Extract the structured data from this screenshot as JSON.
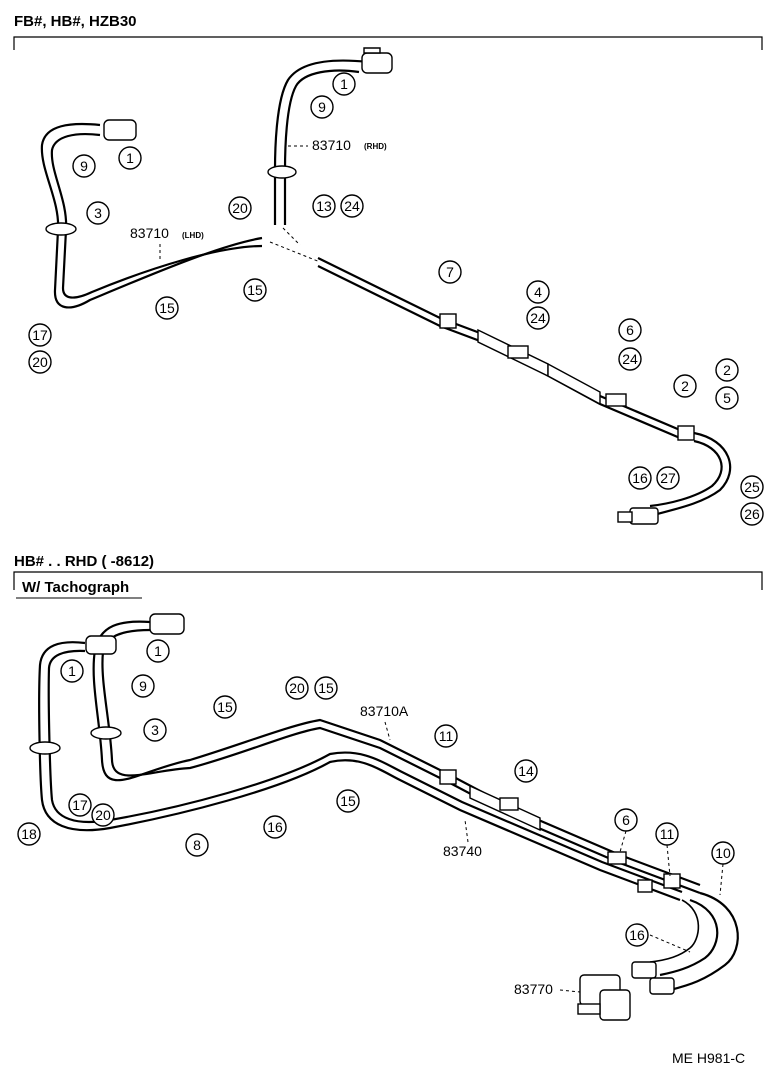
{
  "section1": {
    "header": "FB#, HB#, HZB30",
    "labels": {
      "p83710_rhd_num": "83710",
      "p83710_rhd_sub": "(RHD)",
      "p83710_lhd_num": "83710",
      "p83710_lhd_sub": "(LHD)"
    }
  },
  "section2": {
    "header": "HB# . . RHD (          -8612)",
    "subheader": "W/ Tachograph",
    "labels": {
      "p83710a": "83710A",
      "p83740": "83740",
      "p83770": "83770"
    }
  },
  "footer": {
    "code": "ME H981-C"
  },
  "callouts": [
    {
      "id": "c1",
      "text": "1"
    },
    {
      "id": "c2",
      "text": "9"
    },
    {
      "id": "c3",
      "text": "1"
    },
    {
      "id": "c4",
      "text": "9"
    },
    {
      "id": "c5",
      "text": "3"
    },
    {
      "id": "c6",
      "text": "20"
    },
    {
      "id": "c7",
      "text": "13"
    },
    {
      "id": "c8",
      "text": "24"
    },
    {
      "id": "c9",
      "text": "15"
    },
    {
      "id": "c10",
      "text": "15"
    },
    {
      "id": "c11",
      "text": "17"
    },
    {
      "id": "c12",
      "text": "20"
    },
    {
      "id": "c13",
      "text": "7"
    },
    {
      "id": "c14",
      "text": "4"
    },
    {
      "id": "c15",
      "text": "24"
    },
    {
      "id": "c16",
      "text": "6"
    },
    {
      "id": "c17",
      "text": "24"
    },
    {
      "id": "c18",
      "text": "2"
    },
    {
      "id": "c19",
      "text": "2"
    },
    {
      "id": "c20",
      "text": "5"
    },
    {
      "id": "c21",
      "text": "16"
    },
    {
      "id": "c22",
      "text": "27"
    },
    {
      "id": "c23",
      "text": "25"
    },
    {
      "id": "c24",
      "text": "26"
    },
    {
      "id": "c25",
      "text": "1"
    },
    {
      "id": "c26",
      "text": "1"
    },
    {
      "id": "c27",
      "text": "9"
    },
    {
      "id": "c28",
      "text": "3"
    },
    {
      "id": "c29",
      "text": "15"
    },
    {
      "id": "c30",
      "text": "20"
    },
    {
      "id": "c31",
      "text": "15"
    },
    {
      "id": "c32",
      "text": "11"
    },
    {
      "id": "c33",
      "text": "14"
    },
    {
      "id": "c34",
      "text": "17"
    },
    {
      "id": "c35",
      "text": "20"
    },
    {
      "id": "c36",
      "text": "18"
    },
    {
      "id": "c37",
      "text": "8"
    },
    {
      "id": "c38",
      "text": "16"
    },
    {
      "id": "c39",
      "text": "15"
    },
    {
      "id": "c40",
      "text": "6"
    },
    {
      "id": "c41",
      "text": "11"
    },
    {
      "id": "c42",
      "text": "10"
    },
    {
      "id": "c43",
      "text": "16"
    }
  ]
}
